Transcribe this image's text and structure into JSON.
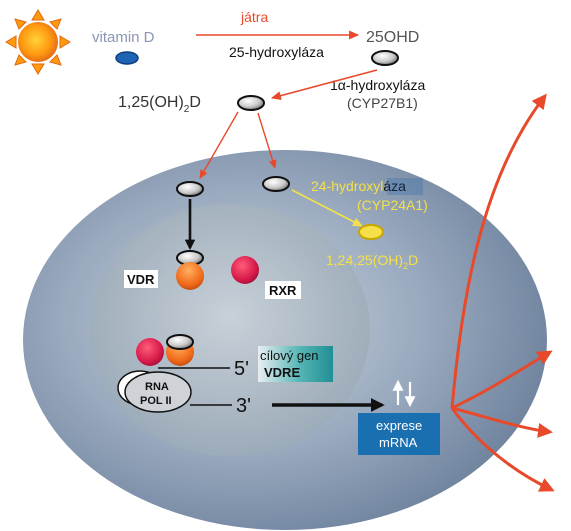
{
  "labels": {
    "vitamin_d": "vitamin D",
    "liver": "játra",
    "hydroxylase_25": "25-hydroxyláza",
    "ohd_25": "25OHD",
    "hydroxylase_1a": "1α-hydroxyláza",
    "cyp27b1": "(CYP27B1)",
    "calcitriol_main": "1,25(OH)",
    "calcitriol_sub": "2",
    "calcitriol_end": "D",
    "hydroxylase_24_a": "24-hydroxyl",
    "hydroxylase_24_b": "áza",
    "cyp24a1": "(CYP24A1)",
    "metabolite_main": "1,24,25(OH)",
    "metabolite_sub": "2",
    "metabolite_end": "D",
    "vdr": "VDR",
    "rxr": "RXR",
    "target_gene": "cílový gen",
    "vdre": "VDRE",
    "five_prime": "5'",
    "three_prime": "3'",
    "rna_pol_line1": "RNA",
    "rna_pol_line2": "POL II",
    "mrna_line1": "exprese",
    "mrna_line2": "mRNA"
  },
  "colors": {
    "cell_outer": "#7f93ad",
    "nucleus": "#aab6c2",
    "red_arrow": "#e8492a",
    "yellow": "#f5e04a",
    "mrna_box": "#1a6fb0",
    "vdre_box": "#2aa5a8",
    "vitamin_d_blue": "#1e64b4"
  }
}
